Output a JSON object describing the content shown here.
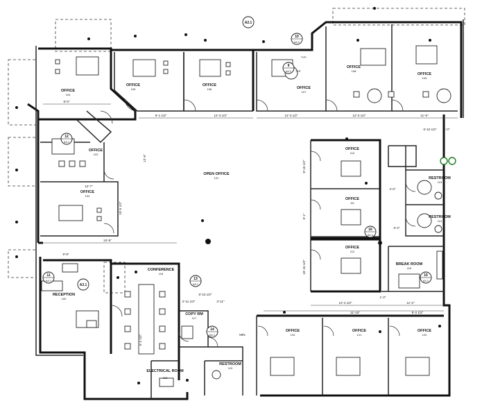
{
  "rooms": [
    {
      "id": "office-nw",
      "label": "OFFICE",
      "tag": "104"
    },
    {
      "id": "office-top2",
      "label": "OFFICE",
      "tag": "105"
    },
    {
      "id": "office-top3",
      "label": "OFFICE",
      "tag": "106"
    },
    {
      "id": "office-top4",
      "label": "OFFICE",
      "tag": "107"
    },
    {
      "id": "office-top5",
      "label": "OFFICE",
      "tag": "108"
    },
    {
      "id": "office-top6",
      "label": "OFFICE",
      "tag": "109"
    },
    {
      "id": "office-w1",
      "label": "OFFICE",
      "tag": "103"
    },
    {
      "id": "office-w2",
      "label": "OFFICE",
      "tag": "102"
    },
    {
      "id": "open-office",
      "label": "OPEN OFFICE",
      "tag": "101"
    },
    {
      "id": "office-e1",
      "label": "OFFICE",
      "tag": "110"
    },
    {
      "id": "office-e2",
      "label": "OFFICE",
      "tag": "111"
    },
    {
      "id": "office-e3",
      "label": "OFFICE",
      "tag": "112"
    },
    {
      "id": "restroom-1",
      "label": "RESTROOM",
      "tag": "113"
    },
    {
      "id": "restroom-2",
      "label": "RESTROOM",
      "tag": "114"
    },
    {
      "id": "break-room",
      "label": "BREAK ROOM",
      "tag": "115"
    },
    {
      "id": "reception",
      "label": "RECEPTION",
      "tag": "100"
    },
    {
      "id": "conference",
      "label": "CONFERENCE",
      "tag": "116"
    },
    {
      "id": "copy-rm",
      "label": "COPY RM",
      "tag": "117"
    },
    {
      "id": "electrical",
      "label": "ELECTRICAL ROOM",
      "tag": "118"
    },
    {
      "id": "restroom-3",
      "label": "RESTROOM",
      "tag": "119"
    },
    {
      "id": "office-s1",
      "label": "OFFICE",
      "tag": "120"
    },
    {
      "id": "office-s2",
      "label": "OFFICE",
      "tag": "121"
    },
    {
      "id": "office-s3",
      "label": "OFFICE",
      "tag": "122"
    }
  ],
  "dimensions": {
    "d1": "8'-0\"",
    "d2": "9'-1 1/2\"",
    "d3": "12'-3 1/2\"",
    "d4": "12'-3 1/2\"",
    "d5": "12'-3 1/2\"",
    "d6": "11'-6\"",
    "d7": "12'-7\"",
    "d8": "10'-5 1/2\"",
    "d9": "24'-8\"",
    "d10": "9'-8\"",
    "d11": "8'-10 1/2\"",
    "d12": "2'-11 1/2\"",
    "d13": "3'-11\"",
    "d14": "8'-10 1/2\"",
    "d15": "9'-1\"",
    "d16": "10'-10 1/2\"",
    "d17": "12'-4 1/2\"",
    "d18": "11'-10\"",
    "d19": "8'-2 1/2\"",
    "d20": "5'-2\"",
    "d21": "4'-0\"",
    "d22": "6'-10 1/2\"",
    "d23": "4'-0\"",
    "d24": "11'-2\"",
    "d25": "1'-2\"",
    "d26": "5'-2 1/2\"",
    "d27": "12'-6\"",
    "d28": "MIN."
  },
  "markers": {
    "m_a1": "A2.1",
    "m_10": "10",
    "m_10s": "A4.1",
    "m_9": "9",
    "m_9s": "A4.1",
    "m_12": "12",
    "m_12s": "A4.1",
    "m_11": "11",
    "m_11s": "A4.1",
    "m_a3": "A3.1",
    "m_13": "13",
    "m_13s": "A4.1",
    "m_14": "14",
    "m_14s": "A4.1",
    "m_15": "15",
    "m_15s": "A4.1",
    "m_16": "16",
    "m_16s": "A4.1",
    "typ1": "TYP.",
    "typ2": "TYP."
  }
}
